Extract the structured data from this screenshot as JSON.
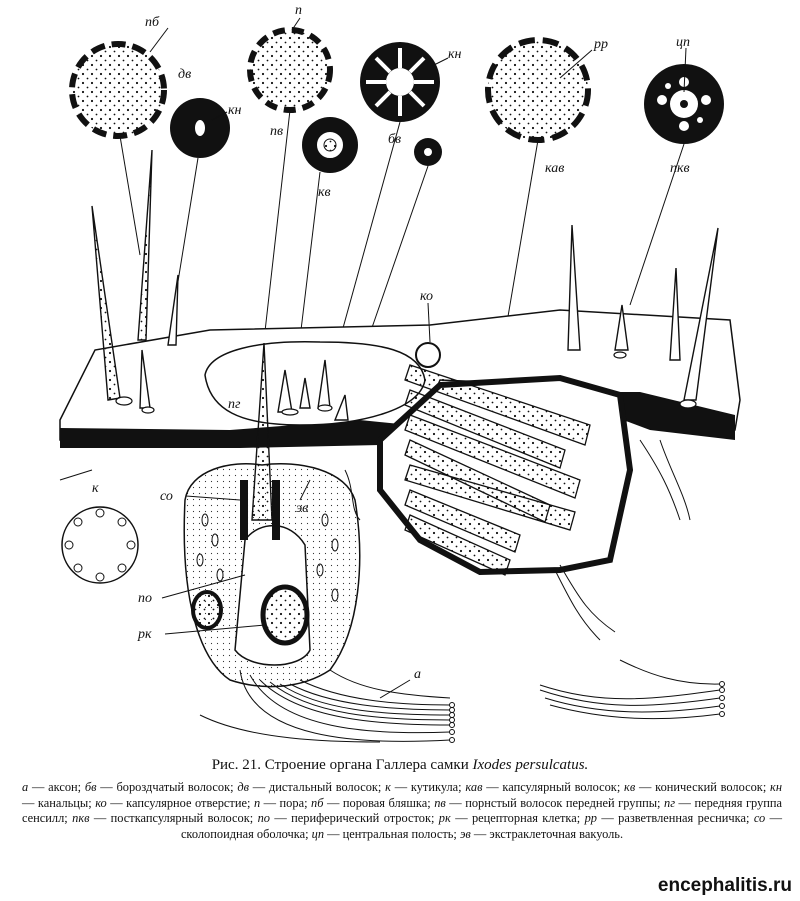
{
  "labels": {
    "pb": "пб",
    "dv": "дв",
    "kn_left": "кн",
    "p": "п",
    "pv": "пв",
    "kv": "кв",
    "bv": "бв",
    "kn_right": "кн",
    "rr": "рр",
    "kav": "кав",
    "cp": "цп",
    "pkv": "пкв",
    "ko": "ко",
    "pg": "пг",
    "k": "к",
    "so": "со",
    "ev": "эв",
    "po": "по",
    "rk": "рк",
    "a": "а"
  },
  "caption": {
    "prefix": "Рис. 21. Строение органа Галлера самки ",
    "species": "Ixodes persulcatus."
  },
  "legend": [
    {
      "abbr": "а",
      "text": " — аксон; "
    },
    {
      "abbr": "бв",
      "text": " — бороздчатый волосок; "
    },
    {
      "abbr": "дв",
      "text": " — дистальный волосок; "
    },
    {
      "abbr": "к",
      "text": " — кутикула; "
    },
    {
      "abbr": "кав",
      "text": " — капсулярный волосок; "
    },
    {
      "abbr": "кв",
      "text": " — конический волосок; "
    },
    {
      "abbr": "кн",
      "text": " — канальцы; "
    },
    {
      "abbr": "ко",
      "text": " — капсулярное отверстие; "
    },
    {
      "abbr": "п",
      "text": " — пора; "
    },
    {
      "abbr": "пб",
      "text": " — поровая бляшка; "
    },
    {
      "abbr": "пв",
      "text": " — порнстый волосок передней группы; "
    },
    {
      "abbr": "пг",
      "text": " — передняя группа сенсилл; "
    },
    {
      "abbr": "пкв",
      "text": " — посткапсулярный волосок; "
    },
    {
      "abbr": "по",
      "text": " — периферический отросток; "
    },
    {
      "abbr": "рк",
      "text": " — рецепторная клетка; "
    },
    {
      "abbr": "рр",
      "text": " — разветвленная ресничка; "
    },
    {
      "abbr": "со",
      "text": " — сколопоидная оболочка; "
    },
    {
      "abbr": "цп",
      "text": " — центральная полость; "
    },
    {
      "abbr": "эв",
      "text": " — экстраклеточная вакуоль."
    }
  ],
  "watermark": "encephalitis.ru"
}
